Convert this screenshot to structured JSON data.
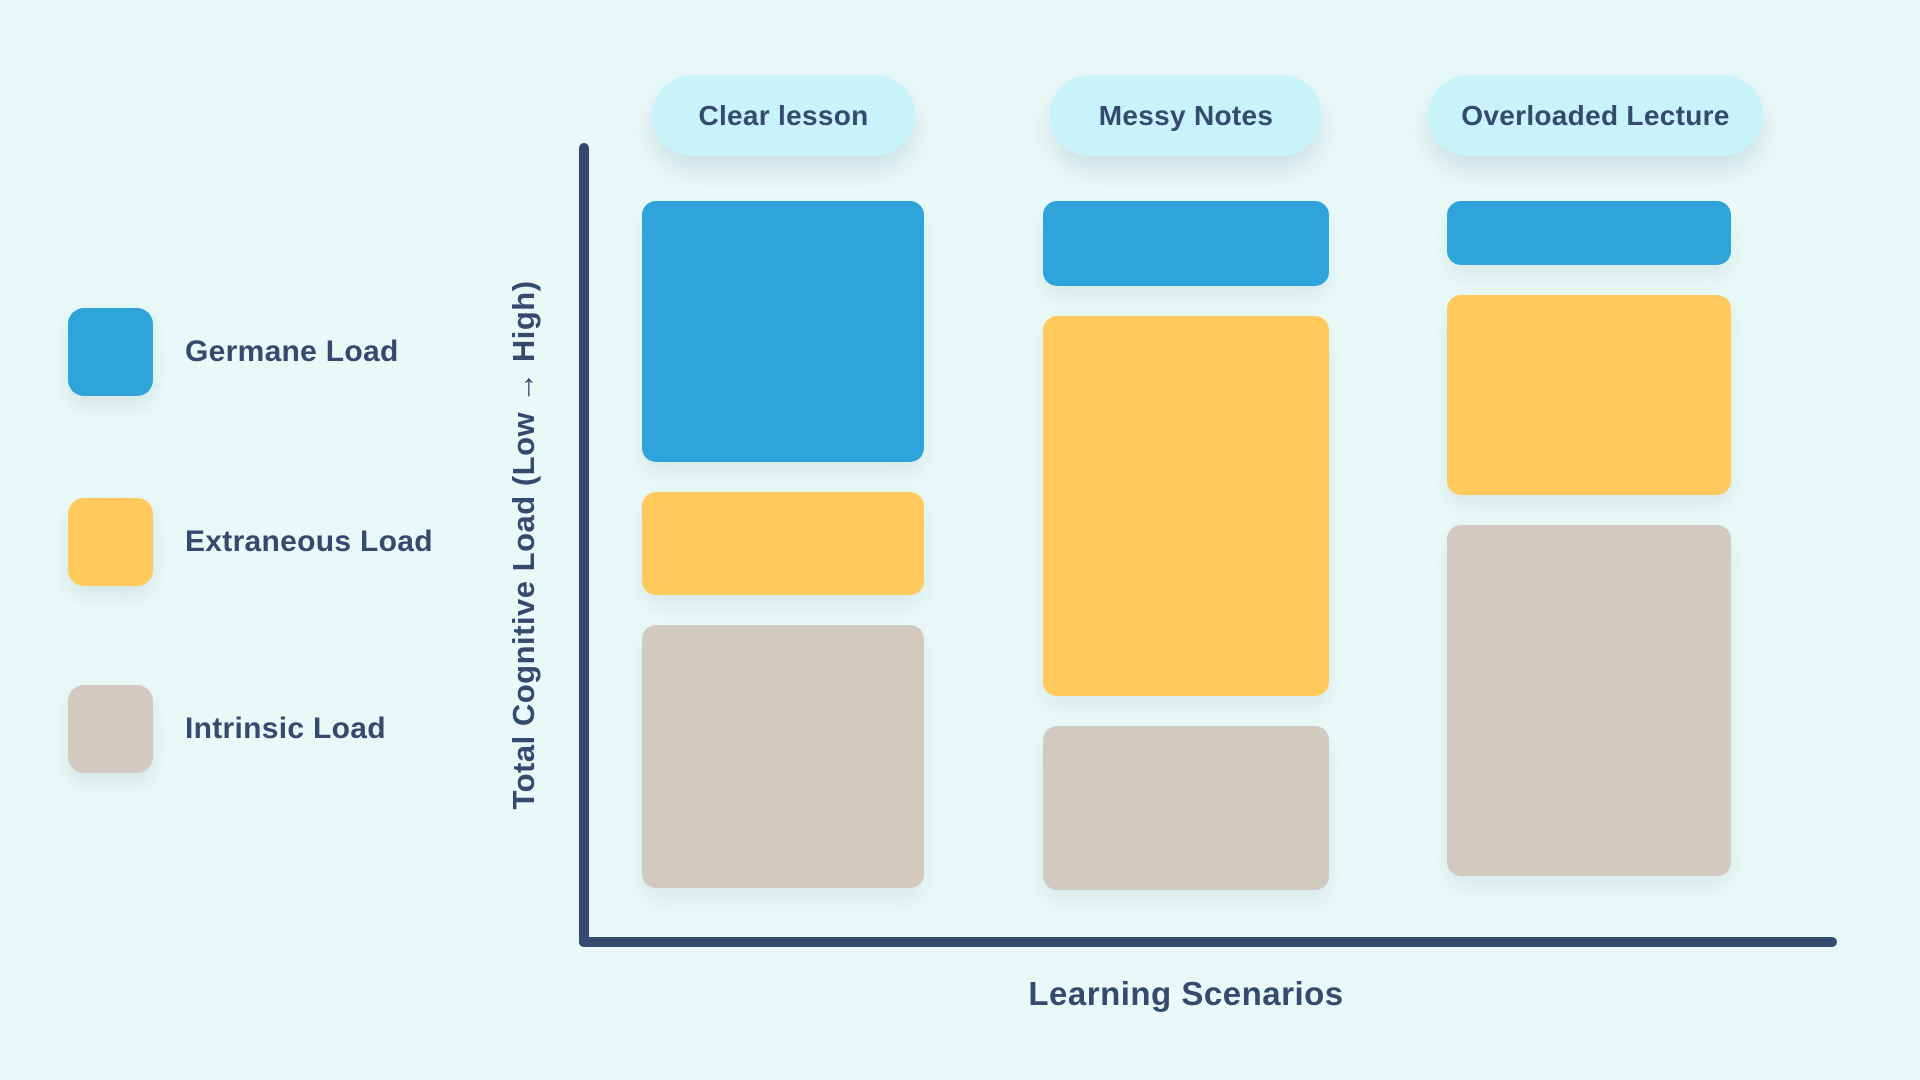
{
  "palette": {
    "background": "#E9F9F7",
    "pill_background": "#C9F3FB",
    "navy_text_axis": "#344A6E",
    "germane_blue": "#2EA4DA",
    "extraneous_yellow": "#FFC95C",
    "intrinsic_tan": "#D2C9BF"
  },
  "legend": {
    "items": [
      {
        "label": "Germane Load",
        "color": "#2EA4DA"
      },
      {
        "label": "Extraneous Load",
        "color": "#FFC95C"
      },
      {
        "label": "Intrinsic Load",
        "color": "#D2C9BF"
      }
    ]
  },
  "axes": {
    "x_label": "Learning Scenarios",
    "y_label": "Total Cognitive Load (Low → High)"
  },
  "chart_data": {
    "type": "bar",
    "stacked": true,
    "orientation": "vertical",
    "title": "",
    "xlabel": "Learning Scenarios",
    "ylabel": "Total Cognitive Load (Low → High)",
    "categories": [
      "Clear lesson",
      "Messy Notes",
      "Overloaded Lecture"
    ],
    "series": [
      {
        "name": "Germane Load",
        "color": "#2EA4DA",
        "values": [
          35.0,
          11.4,
          8.6
        ]
      },
      {
        "name": "Extraneous Load",
        "color": "#FFC95C",
        "values": [
          13.8,
          51.0,
          26.9
        ]
      },
      {
        "name": "Intrinsic Load",
        "color": "#D2C9BF",
        "values": [
          35.3,
          22.0,
          47.1
        ]
      }
    ],
    "value_unit": "relative load, percent of axis height (no numeric scale shown)",
    "axis_ticks": "none",
    "grid": false,
    "legend_position": "left",
    "notes": "Conceptual stacked bars; segments stack top-down (Germane, Extraneous, Intrinsic) with uniform gaps between segments; qualitative y-axis from Low to High."
  }
}
